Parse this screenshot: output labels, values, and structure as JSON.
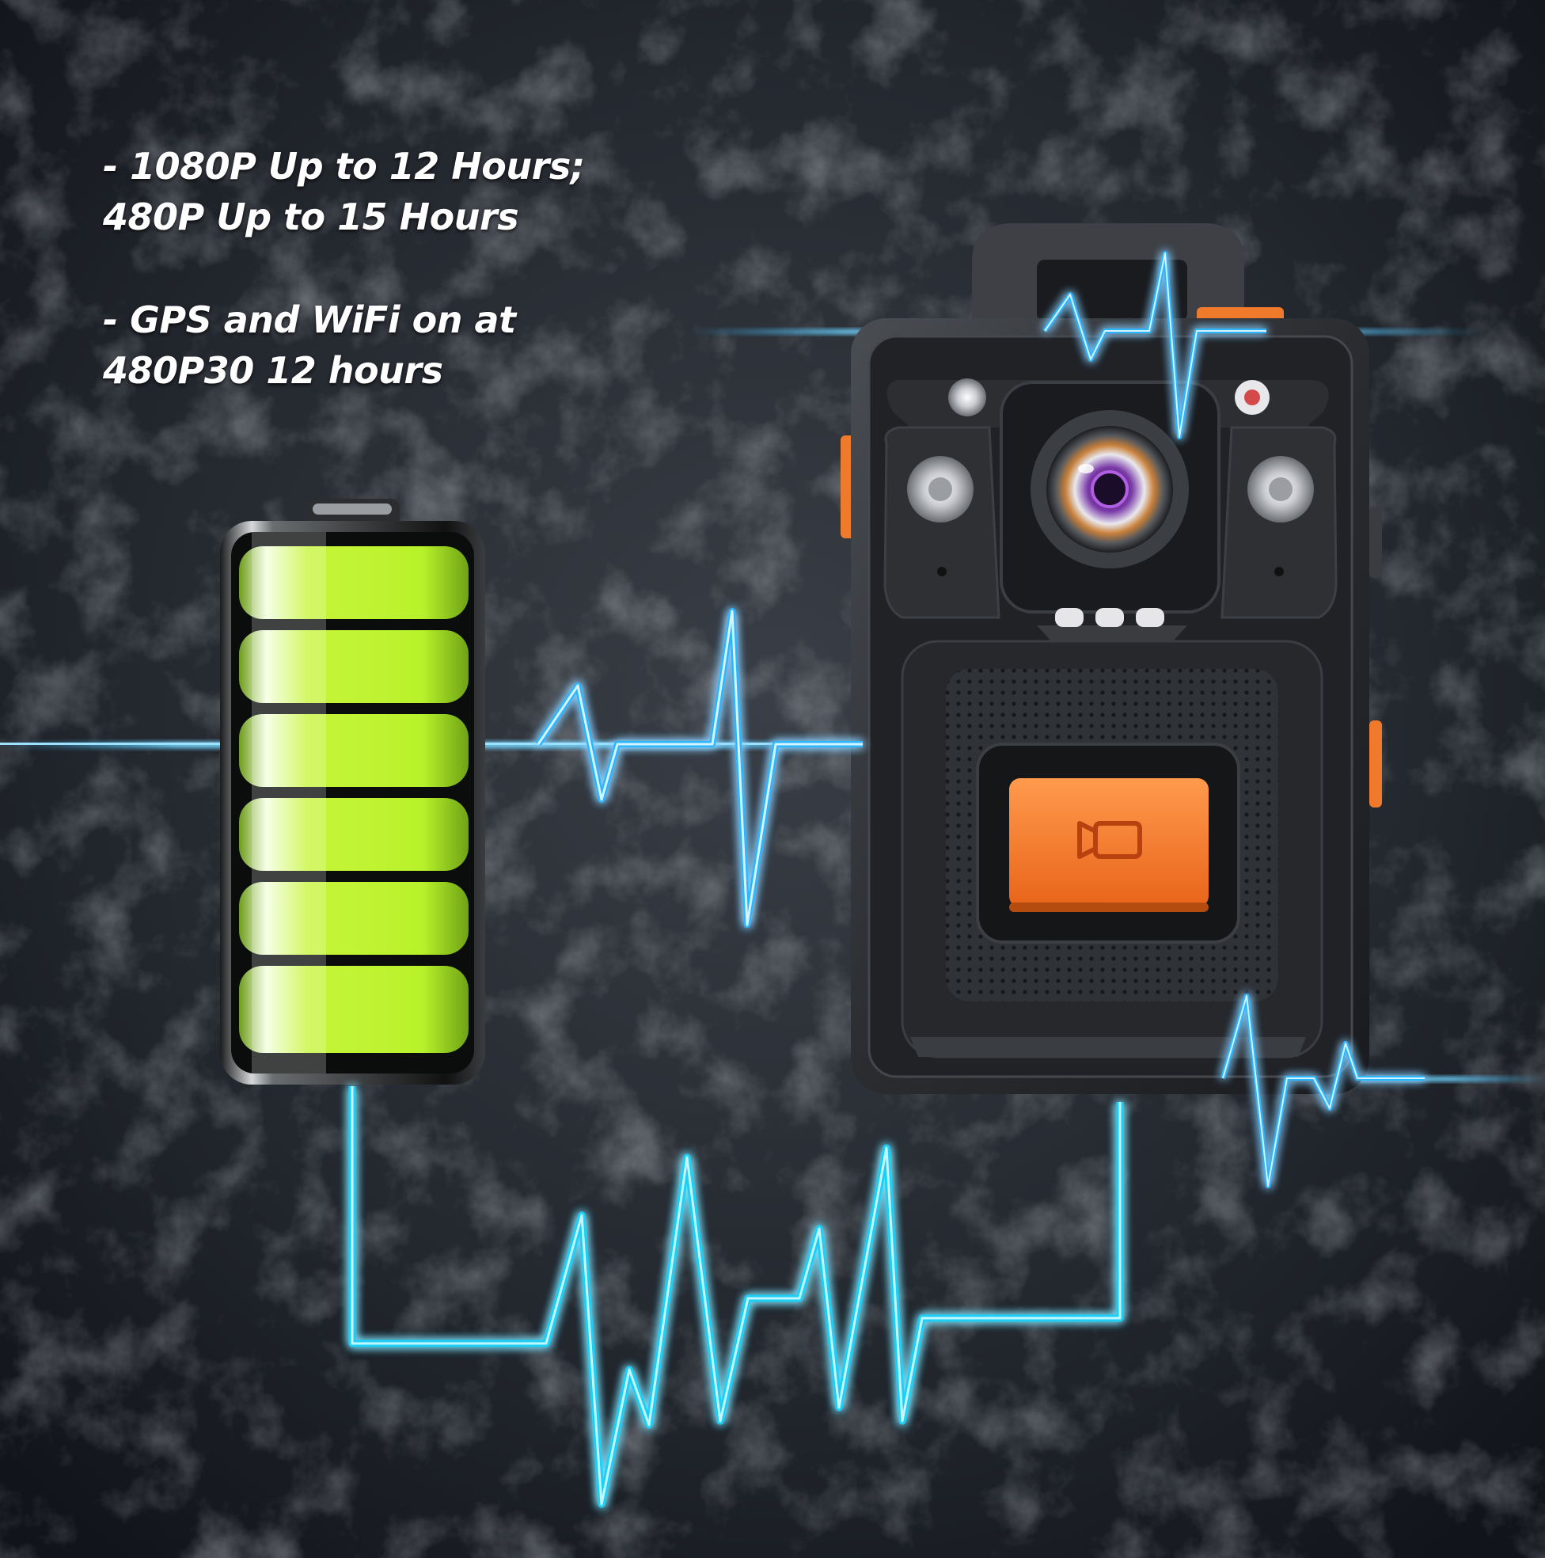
{
  "specs": [
    {
      "line1": "- 1080P Up to 12 Hours;",
      "line2": "480P Up to 15 Hours"
    },
    {
      "line1": "- GPS and WiFi on at",
      "line2": "480P30 12 hours"
    }
  ],
  "battery": {
    "charge_bars": 6,
    "fill_level": 1.0
  },
  "colors": {
    "background": "#1b1f26",
    "battery_green": "#b8f22a",
    "pulse_blue": "#2ab7ff",
    "pulse_cyan": "#1fd0f5",
    "camera_body": "#2a2c30",
    "record_button": "#f47a2c"
  },
  "icons": [
    "video-camera-icon",
    "camera-lens-icon",
    "ir-led-icon"
  ]
}
